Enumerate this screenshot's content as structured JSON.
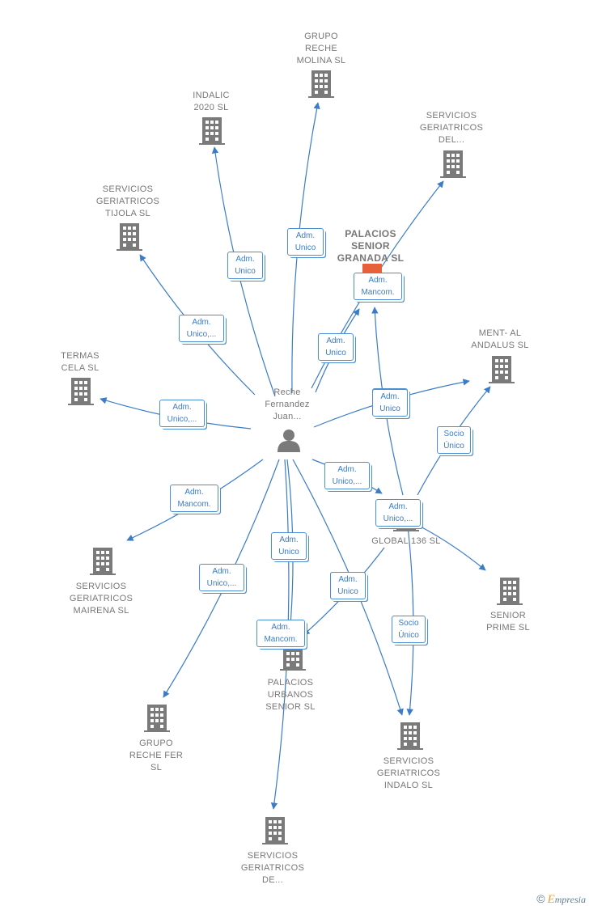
{
  "colors": {
    "edge": "#3a7cc8",
    "building": "#7a7a7a",
    "person": "#7a7a7a",
    "highlight": "#e8603a"
  },
  "nodes": [
    {
      "id": "grupo-reche-molina",
      "label": "GRUPO\nRECHE\nMOLINA  SL",
      "icon": "building-icon"
    },
    {
      "id": "indalic-2020",
      "label": "INDALIC\n2020  SL",
      "icon": "building-icon"
    },
    {
      "id": "servicios-geriatricos-del",
      "label": "SERVICIOS\nGERIATRICOS\nDEL...",
      "icon": "building-icon"
    },
    {
      "id": "servicios-geriatricos-tijola",
      "label": "SERVICIOS\nGERIATRICOS\nTIJOLA  SL",
      "icon": "building-icon"
    },
    {
      "id": "palacios-senior-granada",
      "label": "PALACIOS\nSENIOR\nGRANADA  SL",
      "icon": "building-icon",
      "focus": true
    },
    {
      "id": "ment-al-andalus",
      "label": "MENT-  AL\nANDALUS  SL",
      "icon": "building-icon"
    },
    {
      "id": "termas-cela",
      "label": "TERMAS\nCELA  SL",
      "icon": "building-icon"
    },
    {
      "id": "reche-fernandez-juan",
      "label": "Reche\nFernandez\nJuan...",
      "icon": "person-icon"
    },
    {
      "id": "global-136",
      "label": "GLOBAL 136  SL",
      "icon": "building-icon"
    },
    {
      "id": "servicios-geriatricos-mairena",
      "label": "SERVICIOS\nGERIATRICOS\nMAIRENA  SL",
      "icon": "building-icon"
    },
    {
      "id": "senior-prime",
      "label": "SENIOR\nPRIME  SL",
      "icon": "building-icon"
    },
    {
      "id": "palacios-urbanos-senior",
      "label": "PALACIOS\nURBANOS\nSENIOR  SL",
      "icon": "building-icon"
    },
    {
      "id": "grupo-reche-fer",
      "label": "GRUPO\nRECHE FER\nSL",
      "icon": "building-icon"
    },
    {
      "id": "servicios-geriatricos-indalo",
      "label": "SERVICIOS\nGERIATRICOS\nINDALO  SL",
      "icon": "building-icon"
    },
    {
      "id": "servicios-geriatricos-de",
      "label": "SERVICIOS\nGERIATRICOS\nDE...",
      "icon": "building-icon"
    }
  ],
  "edges": [
    {
      "from": "reche-fernandez-juan",
      "to": "grupo-reche-molina",
      "label": "Adm.\nUnico"
    },
    {
      "from": "reche-fernandez-juan",
      "to": "indalic-2020",
      "label": "Adm.\nUnico"
    },
    {
      "from": "reche-fernandez-juan",
      "to": "servicios-geriatricos-del",
      "label": "Adm.\nUnico"
    },
    {
      "from": "reche-fernandez-juan",
      "to": "servicios-geriatricos-tijola",
      "label": "Adm.\nUnico,..."
    },
    {
      "from": "reche-fernandez-juan",
      "to": "palacios-senior-granada",
      "label": "Adm.\nMancom."
    },
    {
      "from": "reche-fernandez-juan",
      "to": "termas-cela",
      "label": "Adm.\nUnico,..."
    },
    {
      "from": "reche-fernandez-juan",
      "to": "ment-al-andalus",
      "label": "Adm.\nUnico"
    },
    {
      "from": "global-136",
      "to": "ment-al-andalus",
      "label": "Socio\nÚnico"
    },
    {
      "from": "reche-fernandez-juan",
      "to": "global-136",
      "label": "Adm.\nUnico,..."
    },
    {
      "from": "global-136",
      "to": "palacios-senior-granada",
      "label": "Adm.\nUnico"
    },
    {
      "from": "reche-fernandez-juan",
      "to": "servicios-geriatricos-mairena",
      "label": "Adm.\nMancom."
    },
    {
      "from": "global-136",
      "to": "senior-prime",
      "label": "Adm.\nUnico,..."
    },
    {
      "from": "reche-fernandez-juan",
      "to": "palacios-urbanos-senior",
      "label": "Adm.\nUnico"
    },
    {
      "from": "global-136",
      "to": "palacios-urbanos-senior",
      "label": "Adm.\nUnico"
    },
    {
      "from": "reche-fernandez-juan",
      "to": "servicios-geriatricos-de",
      "label": "Adm.\nMancom."
    },
    {
      "from": "reche-fernandez-juan",
      "to": "grupo-reche-fer",
      "label": "Adm.\nUnico,..."
    },
    {
      "from": "reche-fernandez-juan",
      "to": "servicios-geriatricos-indalo",
      "label": "Adm.\nUnico"
    },
    {
      "from": "global-136",
      "to": "servicios-geriatricos-indalo",
      "label": "Socio\nÚnico"
    }
  ],
  "footer": {
    "copyright": "©",
    "brand_first": "E",
    "brand_rest": "mpresia"
  }
}
